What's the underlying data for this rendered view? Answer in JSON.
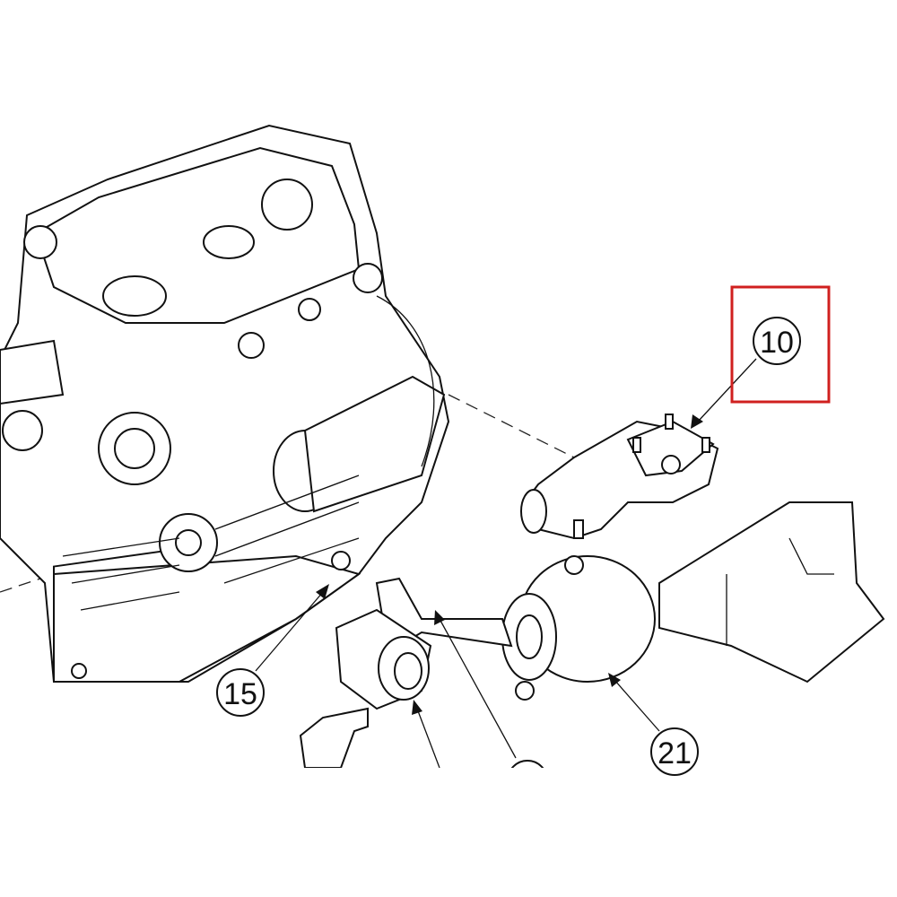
{
  "diagram": {
    "callouts": [
      {
        "label": "10",
        "highlighted": true
      },
      {
        "label": "15",
        "highlighted": false
      },
      {
        "label": "21",
        "highlighted": false
      }
    ],
    "highlight_color": "#d0201f",
    "line_color": "#111111"
  }
}
